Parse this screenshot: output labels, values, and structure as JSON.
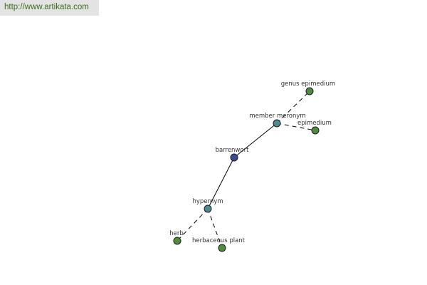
{
  "watermark": {
    "url": "http://www.artikata.com"
  },
  "graph": {
    "colors": {
      "central_node": "#3b4996",
      "relation_node": "#4d8a8f",
      "leaf_node": "#4f8c3b",
      "edge": "#000000"
    },
    "nodes": {
      "barrenwort": {
        "label": "barrenwort",
        "kind": "central"
      },
      "hypernym": {
        "label": "hypernym",
        "kind": "relation"
      },
      "member_meronym": {
        "label": "member meronym",
        "kind": "relation"
      },
      "genus_epimedium": {
        "label": "genus epimedium",
        "kind": "leaf"
      },
      "epimedium": {
        "label": "epimedium",
        "kind": "leaf"
      },
      "herb": {
        "label": "herb",
        "kind": "leaf"
      },
      "herbaceous_plant": {
        "label": "herbaceous plant",
        "kind": "leaf"
      }
    },
    "edges": [
      {
        "from": "barrenwort",
        "to": "member_meronym",
        "style": "solid"
      },
      {
        "from": "barrenwort",
        "to": "hypernym",
        "style": "solid"
      },
      {
        "from": "member_meronym",
        "to": "genus_epimedium",
        "style": "dashed"
      },
      {
        "from": "member_meronym",
        "to": "epimedium",
        "style": "dashed"
      },
      {
        "from": "hypernym",
        "to": "herb",
        "style": "dashed"
      },
      {
        "from": "hypernym",
        "to": "herbaceous_plant",
        "style": "dashed"
      }
    ]
  }
}
